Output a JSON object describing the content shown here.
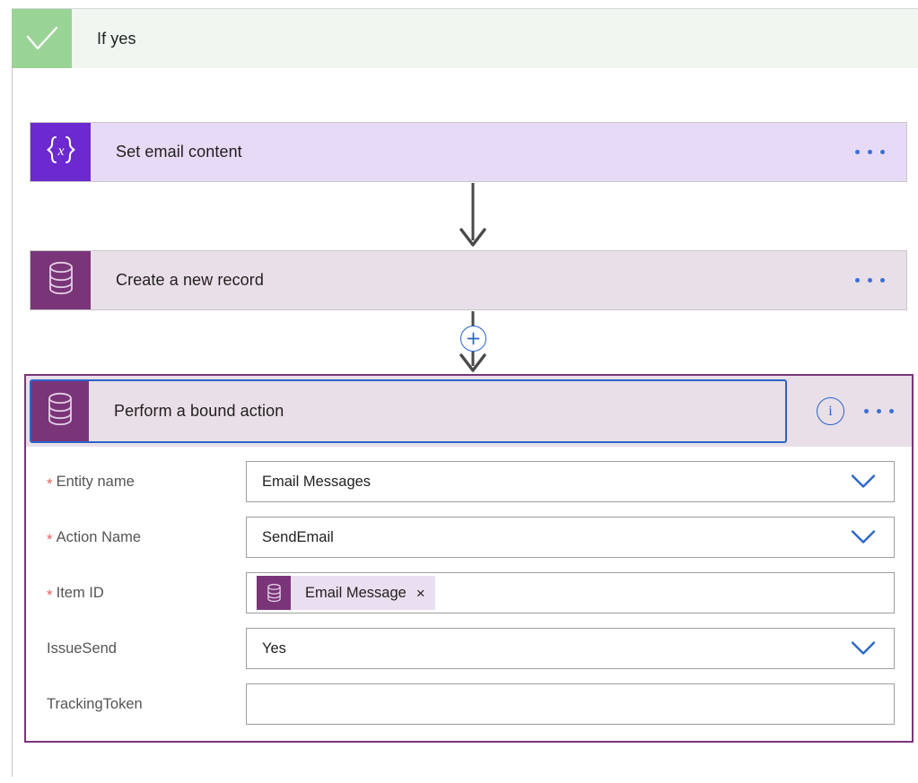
{
  "scope": {
    "header": {
      "label": "If yes",
      "icon": "check-icon",
      "icon_bg": "#9ad396",
      "bg": "#eff7f0"
    }
  },
  "cards": [
    {
      "title": "Set email content",
      "icon": "variable-braces-icon",
      "icon_bg": "#6d29d0",
      "bg": "#e7daf6",
      "menu": "more-options"
    },
    {
      "title": "Create a new record",
      "icon": "database-icon",
      "icon_bg": "#7a3579",
      "bg": "#e9dfe8",
      "menu": "more-options"
    }
  ],
  "connectors": {
    "add_step_label": "+",
    "accent": "#2a64c8"
  },
  "expanded_card": {
    "title": "Perform a bound action",
    "icon": "database-icon",
    "icon_bg": "#7a3579",
    "header_bg": "#e9dfe8",
    "border_color": "#7a3579",
    "focus_color": "#2a64c8",
    "info_label": "i",
    "menu": "more-options",
    "fields": [
      {
        "label": "Entity name",
        "required": true,
        "type": "dropdown",
        "value": "Email Messages",
        "placeholder": ""
      },
      {
        "label": "Action Name",
        "required": true,
        "type": "dropdown",
        "value": "SendEmail",
        "placeholder": ""
      },
      {
        "label": "Item ID",
        "required": true,
        "type": "token",
        "token_label": "Email Message",
        "token_icon": "database-icon",
        "token_remove": "×",
        "value": "",
        "placeholder": ""
      },
      {
        "label": "IssueSend",
        "required": false,
        "type": "dropdown",
        "value": "Yes",
        "placeholder": ""
      },
      {
        "label": "TrackingToken",
        "required": false,
        "type": "text",
        "value": "",
        "placeholder": ""
      }
    ]
  }
}
